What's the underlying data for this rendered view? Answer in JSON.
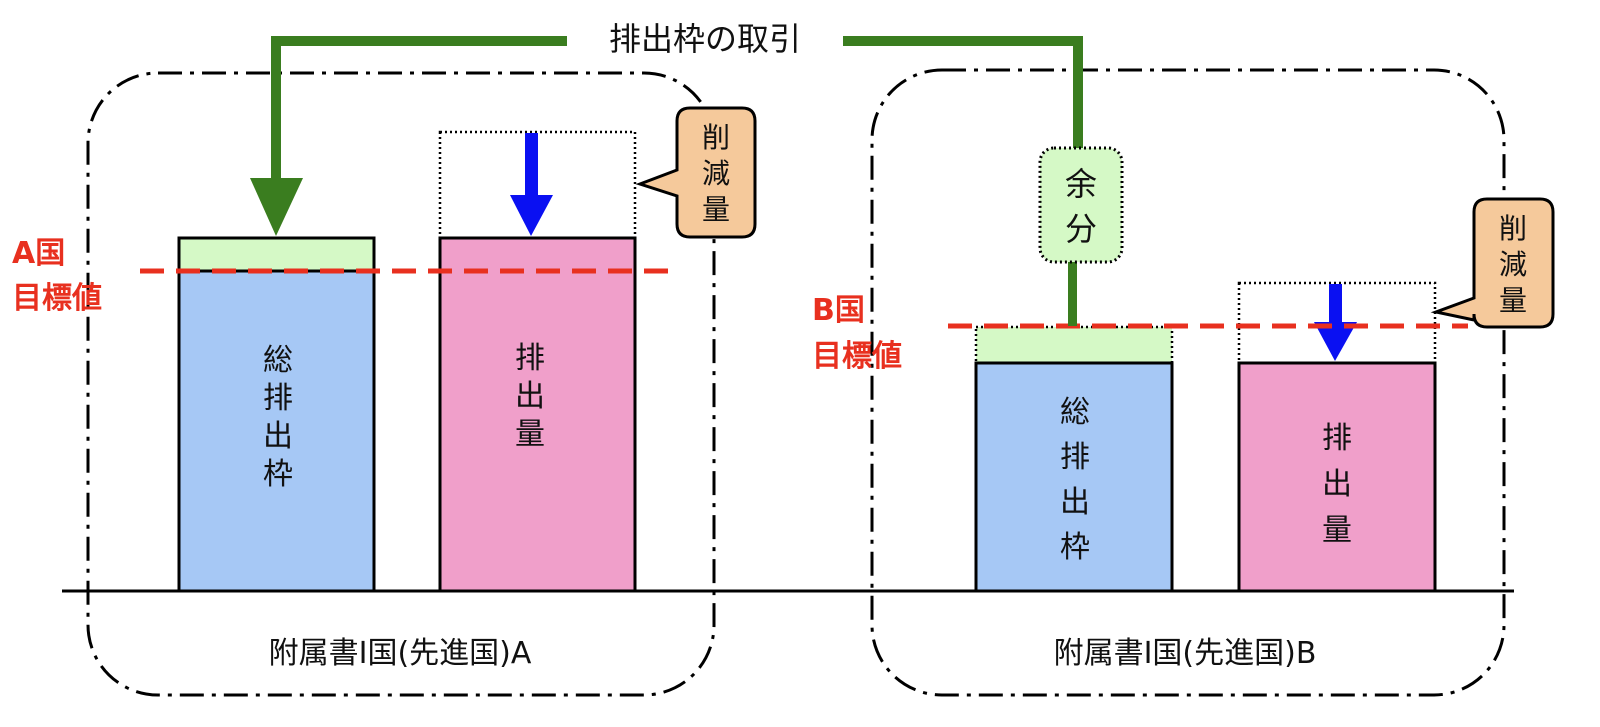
{
  "title": "排出枠の取引",
  "colors": {
    "cap_fill": "#a6c8f5",
    "emission_fill": "#f09fca",
    "surplus_fill": "#d5f9c6",
    "trade_line": "#3a7d1f",
    "reduction_arrow": "#0a10f2",
    "target_line": "#e8301f",
    "callout_fill": "#f5c99b"
  },
  "country_a": {
    "label": "附属書Ⅰ国(先進国)A",
    "target": [
      "A国",
      "目標値"
    ],
    "cap_bar": [
      "総",
      "排",
      "出",
      "枠"
    ],
    "emission_bar": [
      "排",
      "出",
      "量"
    ],
    "callout": [
      "削",
      "減",
      "量"
    ]
  },
  "country_b": {
    "label": "附属書Ⅰ国(先進国)B",
    "target": [
      "B国",
      "目標値"
    ],
    "cap_bar": [
      "総",
      "排",
      "出",
      "枠"
    ],
    "emission_bar": [
      "排",
      "出",
      "量"
    ],
    "callout": [
      "削",
      "減",
      "量"
    ],
    "surplus": [
      "余",
      "分"
    ]
  }
}
